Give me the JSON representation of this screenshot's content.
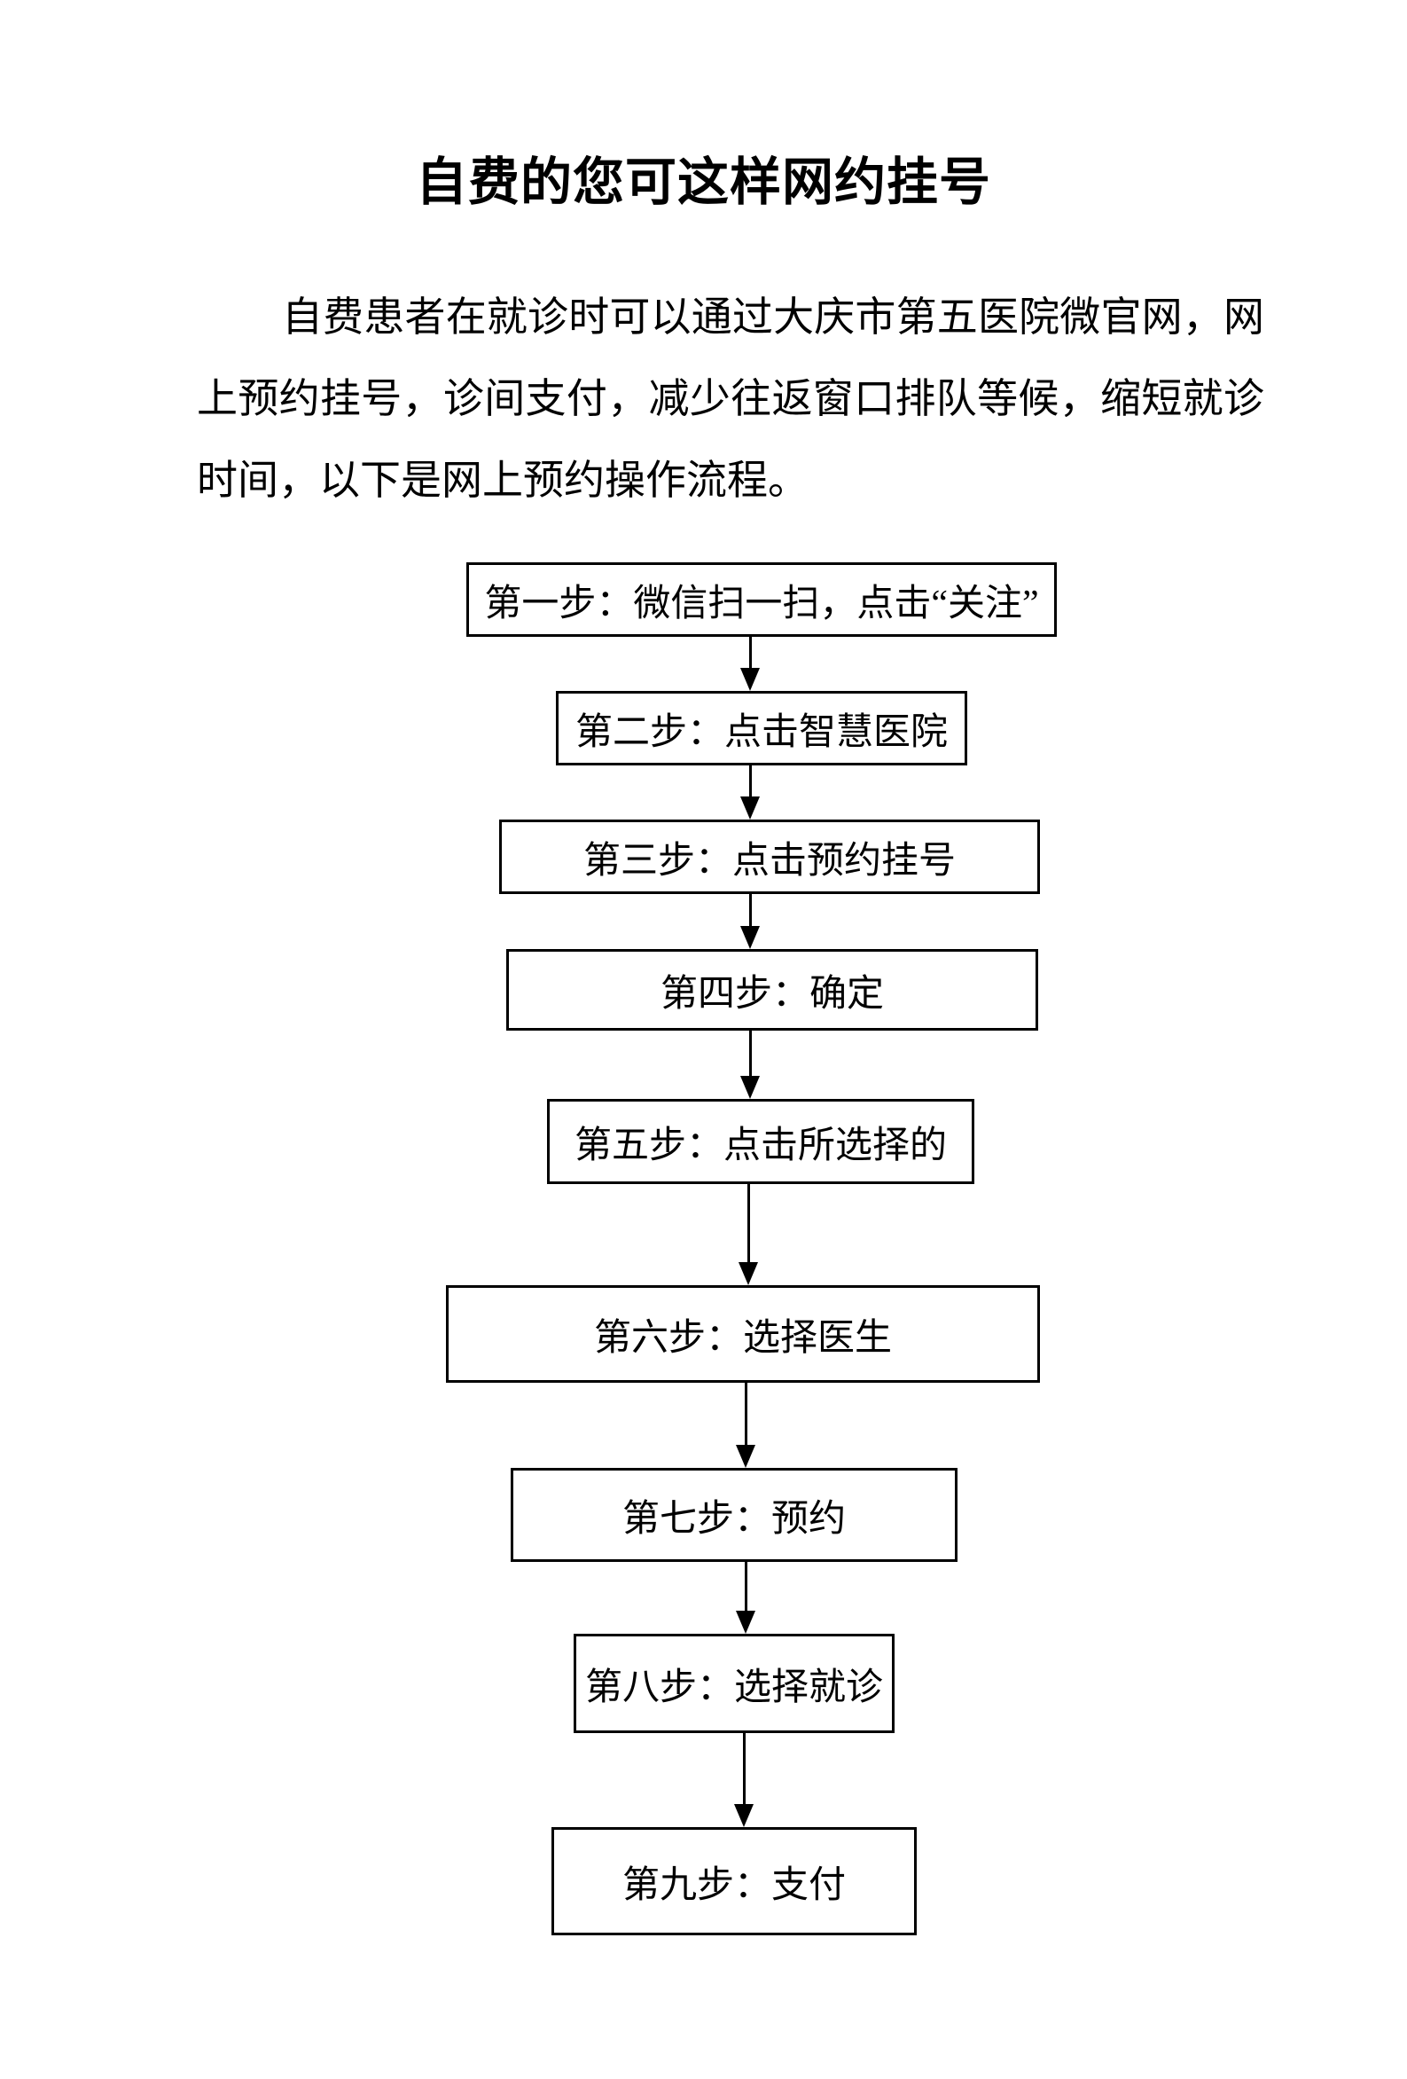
{
  "page": {
    "title": "自费的您可这样网约挂号",
    "paragraph": "自费患者在就诊时可以通过大庆市第五医院微官网，网上预约挂号，诊间支付，减少往返窗口排队等候，缩短就诊时间，以下是网上预约操作流程。"
  },
  "flowchart": {
    "steps": [
      {
        "label": "第一步：微信扫一扫，点击“关注”"
      },
      {
        "label": "第二步：点击智慧医院"
      },
      {
        "label": "第三步：点击预约挂号"
      },
      {
        "label": "第四步：确定"
      },
      {
        "label": "第五步：点击所选择的"
      },
      {
        "label": "第六步：选择医生"
      },
      {
        "label": "第七步：预约"
      },
      {
        "label": "第八步：选择就诊"
      },
      {
        "label": "第九步：支付"
      }
    ]
  }
}
